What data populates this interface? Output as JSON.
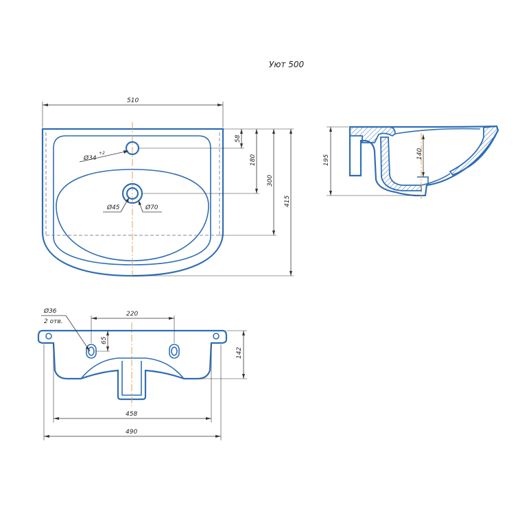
{
  "title": "Уют 500",
  "top_view": {
    "width_label": "510",
    "tap_hole_label": "Ø34",
    "tap_hole_tolerance": "+2",
    "drain_inner_label": "Ø45",
    "drain_outer_label": "Ø70",
    "dim_58": "58",
    "dim_180": "180",
    "dim_300": "300",
    "dim_415": "415"
  },
  "side_view": {
    "height_label": "195",
    "bowl_depth_label": "140"
  },
  "back_view": {
    "hole_label": "Ø36",
    "hole_count_label": "2 отв.",
    "hole_spacing_label": "220",
    "hole_height_label": "65",
    "height_label": "142",
    "inner_width_label": "458",
    "outer_width_label": "490"
  },
  "colors": {
    "outline": "#2f6db4",
    "dimension": "#333333",
    "axis": "#e0a050"
  }
}
